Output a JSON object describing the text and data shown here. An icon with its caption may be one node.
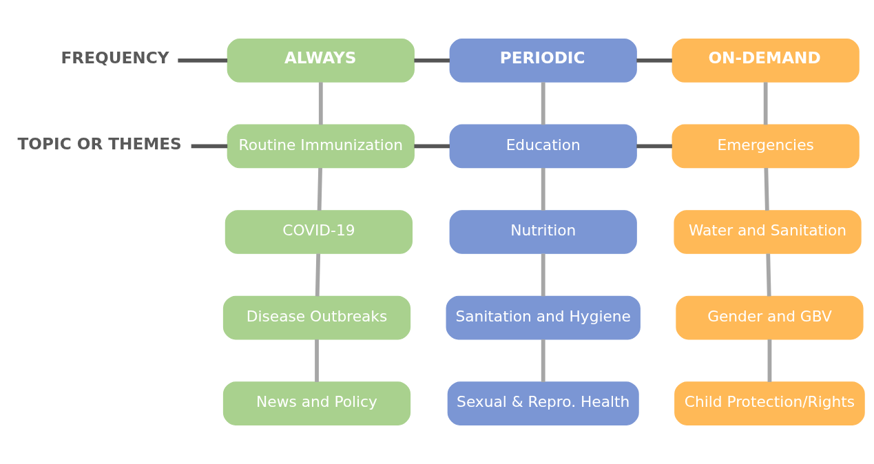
{
  "diagram": {
    "nodes": [
      {
        "text": [
          "FREQUENCY"
        ]
      },
      {
        "text": [
          "ALWAYS"
        ]
      },
      {
        "text": [
          "PERIODIC"
        ]
      },
      {
        "text": [
          "ON-DEMAND"
        ]
      },
      {
        "text": [
          "TOPIC OR THEMES"
        ]
      },
      {
        "text": [
          "Routine Immunization"
        ]
      },
      {
        "text": [
          "Education"
        ]
      },
      {
        "text": [
          "Emergencies"
        ]
      },
      {
        "text": [
          "COVID-19"
        ]
      },
      {
        "text": [
          "Nutrition"
        ]
      },
      {
        "text": [
          "Water and Sanitation"
        ]
      },
      {
        "text": [
          "Disease Outbreaks"
        ]
      },
      {
        "text": [
          "Sanitation and Hygiene"
        ]
      },
      {
        "text": [
          "Gender and GBV"
        ]
      },
      {
        "text": [
          "News and Policy"
        ]
      },
      {
        "text": [
          "Sexual & Repro. Health"
        ]
      },
      {
        "text": [
          "Child Protection/Rights"
        ]
      }
    ],
    "edges": [
      {
        "from": 0,
        "to": 1,
        "arrow": "none",
        "color": "#555555"
      },
      {
        "from": 1,
        "to": 2,
        "arrow": "none",
        "color": "#555555"
      },
      {
        "from": 2,
        "to": 3,
        "arrow": "none",
        "color": "#555555"
      },
      {
        "from": 4,
        "to": 5,
        "arrow": "none",
        "color": "#555555"
      },
      {
        "from": 5,
        "to": 6,
        "arrow": "none",
        "color": "#555555"
      },
      {
        "from": 6,
        "to": 7,
        "arrow": "none",
        "color": "#555555"
      },
      {
        "from": 1,
        "to": 5,
        "arrow": "none"
      },
      {
        "from": 5,
        "to": 8,
        "arrow": "none"
      },
      {
        "from": 8,
        "to": 11,
        "arrow": "none"
      },
      {
        "from": 11,
        "to": 14,
        "arrow": "none"
      },
      {
        "from": 2,
        "to": 6,
        "arrow": "none"
      },
      {
        "from": 6,
        "to": 9,
        "arrow": "none"
      },
      {
        "from": 9,
        "to": 12,
        "arrow": "none"
      },
      {
        "from": 12,
        "to": 15,
        "arrow": "none"
      },
      {
        "from": 3,
        "to": 7,
        "arrow": "none"
      },
      {
        "from": 7,
        "to": 10,
        "arrow": "none"
      },
      {
        "from": 10,
        "to": 13,
        "arrow": "none"
      },
      {
        "from": 13,
        "to": 16,
        "arrow": "none"
      }
    ]
  }
}
